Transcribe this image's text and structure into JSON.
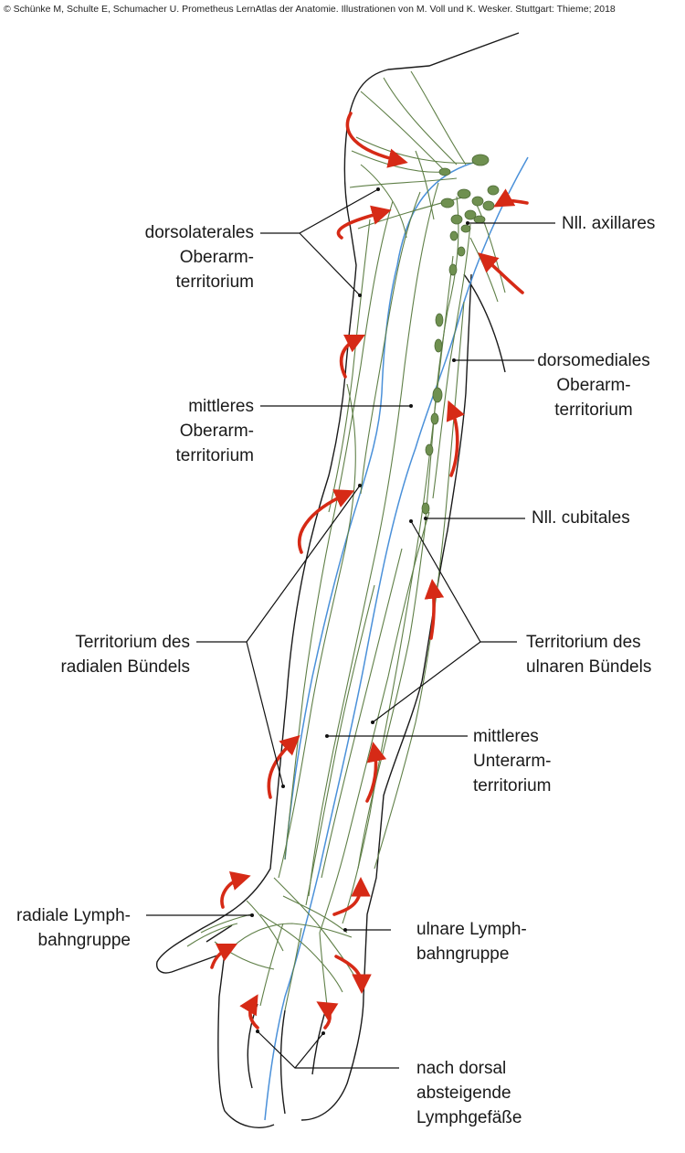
{
  "copyright": "© Schünke M, Schulte E, Schumacher U. Prometheus LernAtlas der Anatomie. Illustrationen von M. Voll und K. Wesker. Stuttgart: Thieme; 2018",
  "labels": {
    "dorsolateral": [
      "dorsolaterales",
      "Oberarm-",
      "territorium"
    ],
    "axillares": [
      "Nll. axillares"
    ],
    "dorsomedial": [
      "dorsomediales",
      "Oberarm-",
      "territorium"
    ],
    "mittleres_oberarm": [
      "mittleres",
      "Oberarm-",
      "territorium"
    ],
    "cubitales": [
      "Nll. cubitales"
    ],
    "radial_buendel": [
      "Territorium des",
      "radialen Bündels"
    ],
    "ulnar_buendel": [
      "Territorium des",
      "ulnaren Bündels"
    ],
    "mittleres_unterarm": [
      "mittleres",
      "Unterarm-",
      "territorium"
    ],
    "radiale_lymph": [
      "radiale Lymph-",
      "bahngruppe"
    ],
    "ulnare_lymph": [
      "ulnare Lymph-",
      "bahngruppe"
    ],
    "dorsal": [
      "nach dorsal",
      "absteigende",
      "Lymphgefäße"
    ]
  },
  "colors": {
    "outline": "#1a1a1a",
    "lymph_vessel": "#5f7f47",
    "lymph_node": "#6f9050",
    "vein": "#4a90d9",
    "arrow": "#d62a16",
    "leader": "#111111"
  }
}
